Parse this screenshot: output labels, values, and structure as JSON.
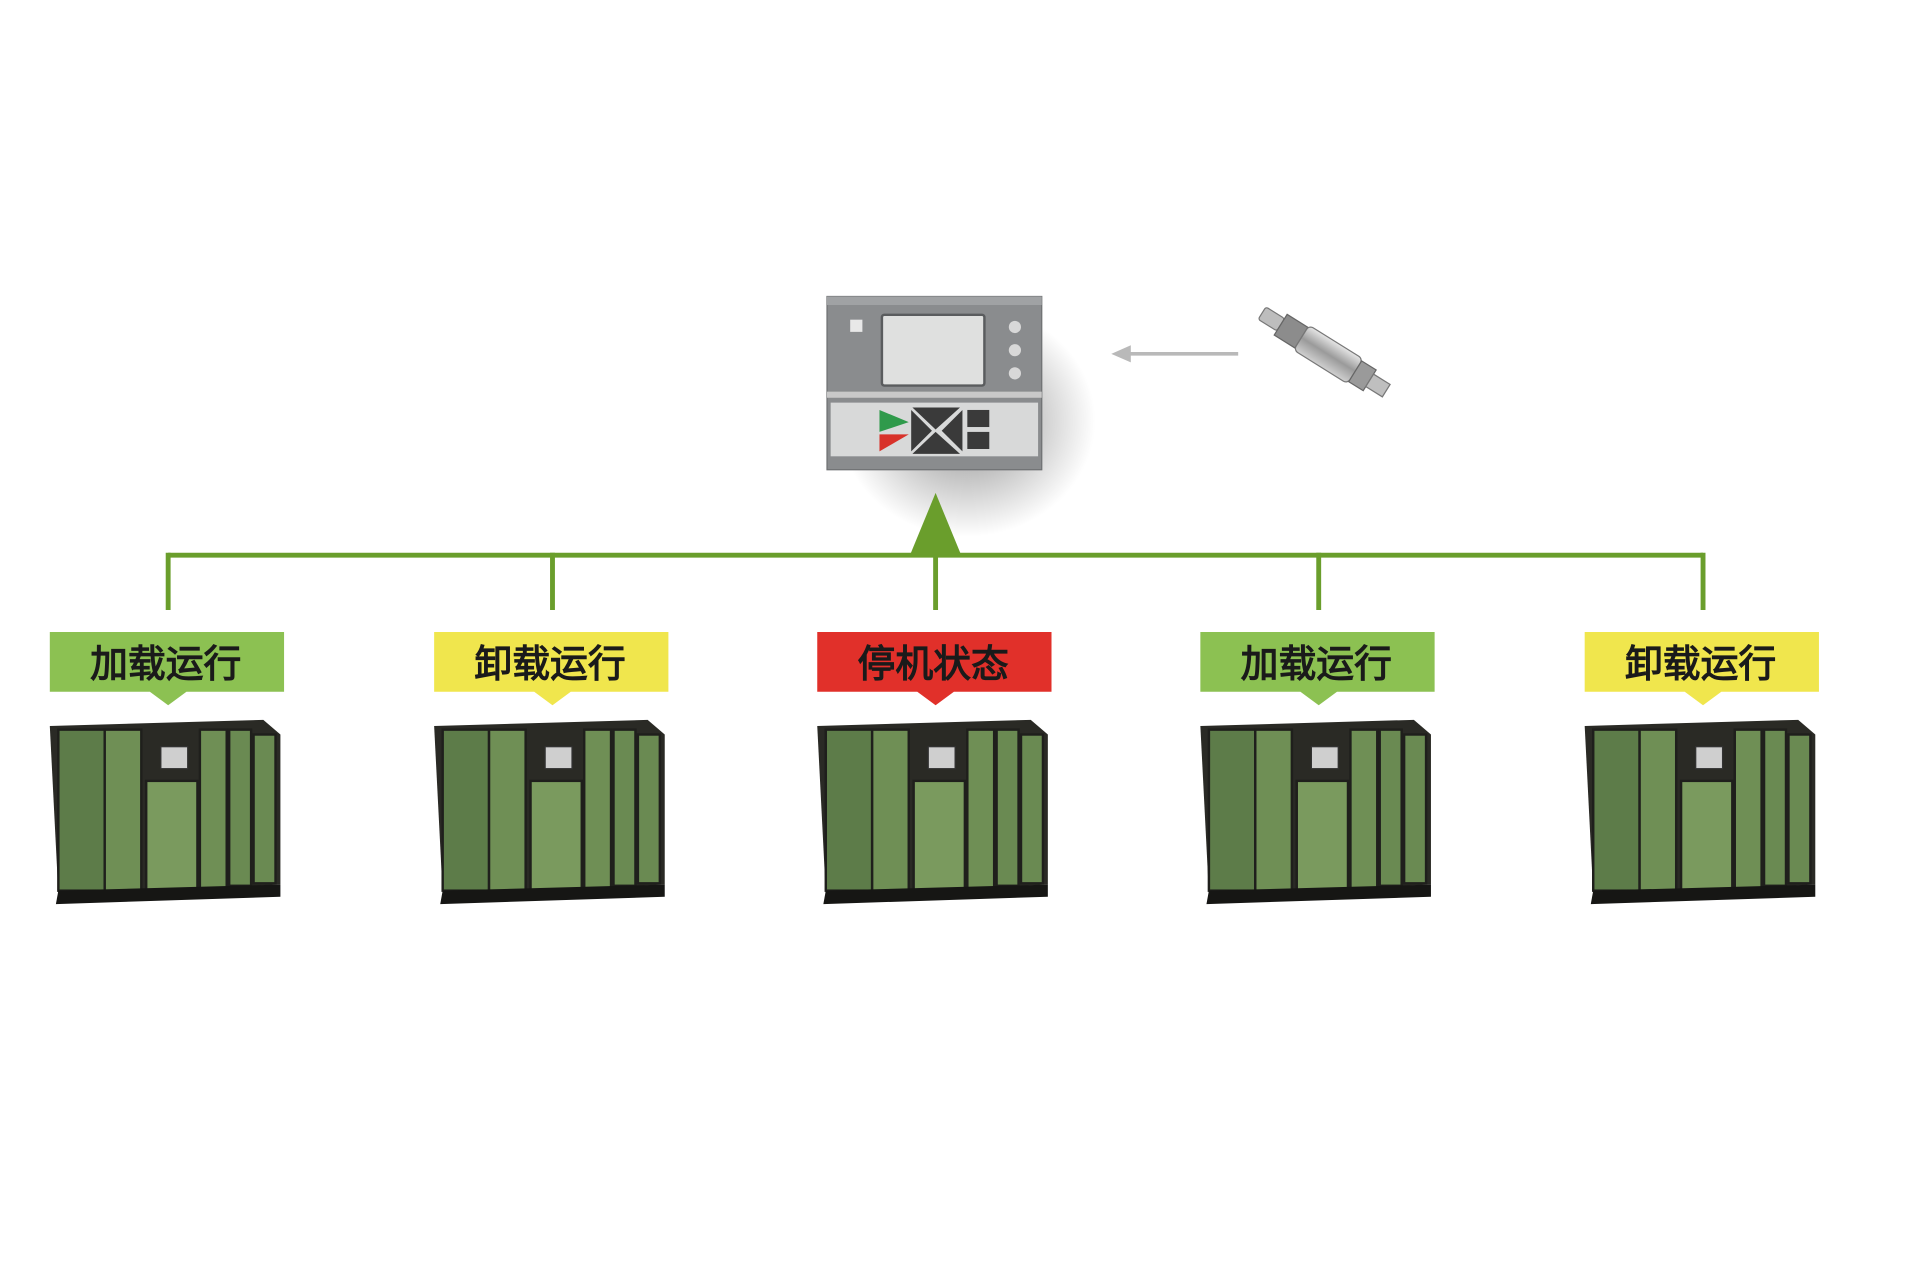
{
  "controller": {
    "icon": "controller-icon",
    "colors": {
      "body": "#8a8c8e",
      "screen": "#dfe0df",
      "green": "#2f9a4b",
      "red": "#d8322a"
    }
  },
  "pressure_sensor": {
    "icon": "pressure-sensor-icon"
  },
  "colors": {
    "line": "#6a9e2c",
    "arrow": "#6a9e2c",
    "gray_arrow": "#b9b9b9"
  },
  "compressors": [
    {
      "status": "加载运行",
      "color": "#8cc152",
      "icon": "air-compressor-icon"
    },
    {
      "status": "卸载运行",
      "color": "#f0e64d",
      "icon": "air-compressor-icon"
    },
    {
      "status": "停机状态",
      "color": "#e1302a",
      "icon": "air-compressor-icon"
    },
    {
      "status": "加载运行",
      "color": "#8cc152",
      "icon": "air-compressor-icon"
    },
    {
      "status": "卸载运行",
      "color": "#f0e64d",
      "icon": "air-compressor-icon"
    }
  ]
}
